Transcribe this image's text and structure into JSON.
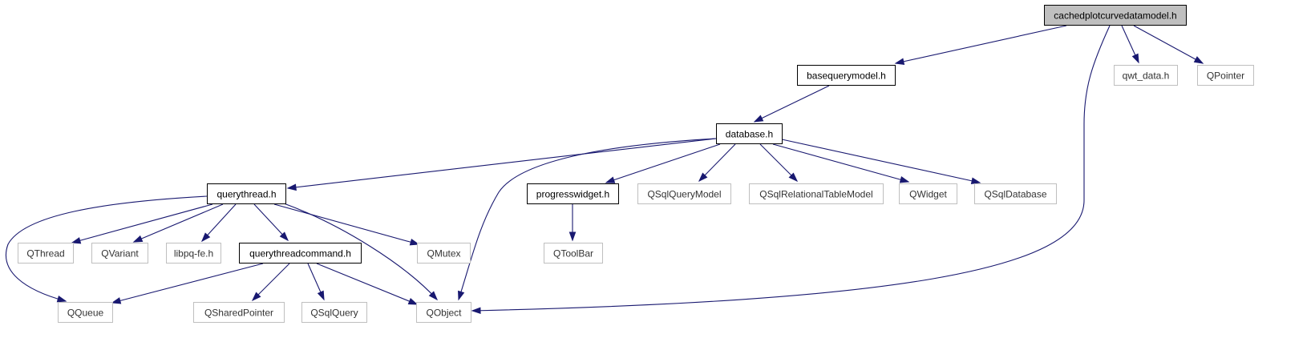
{
  "colors": {
    "edge": "#191970",
    "root_fill": "#bfbfbf",
    "documented_border": "#000000",
    "external_border": "#bfbfbf"
  },
  "nodes": {
    "cachedplotcurvedatamodel": {
      "label": "cachedplotcurvedatamodel.h",
      "kind": "root"
    },
    "basequerymodel": {
      "label": "basequerymodel.h",
      "kind": "documented"
    },
    "qwt_data": {
      "label": "qwt_data.h",
      "kind": "external"
    },
    "qpointer": {
      "label": "QPointer",
      "kind": "external"
    },
    "database": {
      "label": "database.h",
      "kind": "documented"
    },
    "querythread": {
      "label": "querythread.h",
      "kind": "documented"
    },
    "progresswidget": {
      "label": "progresswidget.h",
      "kind": "documented"
    },
    "qsqlquerymodel": {
      "label": "QSqlQueryModel",
      "kind": "external"
    },
    "qsqlrelationaltablemodel": {
      "label": "QSqlRelationalTableModel",
      "kind": "external"
    },
    "qwidget": {
      "label": "QWidget",
      "kind": "external"
    },
    "qsqldatabase": {
      "label": "QSqlDatabase",
      "kind": "external"
    },
    "qthread": {
      "label": "QThread",
      "kind": "external"
    },
    "qvariant": {
      "label": "QVariant",
      "kind": "external"
    },
    "libpqfe": {
      "label": "libpq-fe.h",
      "kind": "external"
    },
    "querythreadcommand": {
      "label": "querythreadcommand.h",
      "kind": "documented"
    },
    "qmutex": {
      "label": "QMutex",
      "kind": "external"
    },
    "qtoolbar": {
      "label": "QToolBar",
      "kind": "external"
    },
    "qqueue": {
      "label": "QQueue",
      "kind": "external"
    },
    "qsharedpointer": {
      "label": "QSharedPointer",
      "kind": "external"
    },
    "qsqlquery": {
      "label": "QSqlQuery",
      "kind": "external"
    },
    "qobject": {
      "label": "QObject",
      "kind": "external"
    }
  },
  "edges": [
    [
      "cachedplotcurvedatamodel",
      "basequerymodel"
    ],
    [
      "cachedplotcurvedatamodel",
      "qwt_data"
    ],
    [
      "cachedplotcurvedatamodel",
      "qpointer"
    ],
    [
      "cachedplotcurvedatamodel",
      "qobject"
    ],
    [
      "basequerymodel",
      "database"
    ],
    [
      "database",
      "querythread"
    ],
    [
      "database",
      "qobject"
    ],
    [
      "database",
      "progresswidget"
    ],
    [
      "database",
      "qsqlquerymodel"
    ],
    [
      "database",
      "qsqlrelationaltablemodel"
    ],
    [
      "database",
      "qwidget"
    ],
    [
      "database",
      "qsqldatabase"
    ],
    [
      "querythread",
      "qqueue"
    ],
    [
      "querythread",
      "qthread"
    ],
    [
      "querythread",
      "qvariant"
    ],
    [
      "querythread",
      "libpqfe"
    ],
    [
      "querythread",
      "querythreadcommand"
    ],
    [
      "querythread",
      "qmutex"
    ],
    [
      "querythread",
      "qobject"
    ],
    [
      "progresswidget",
      "qtoolbar"
    ],
    [
      "querythreadcommand",
      "qqueue"
    ],
    [
      "querythreadcommand",
      "qsharedpointer"
    ],
    [
      "querythreadcommand",
      "qsqlquery"
    ],
    [
      "querythreadcommand",
      "qobject"
    ]
  ]
}
